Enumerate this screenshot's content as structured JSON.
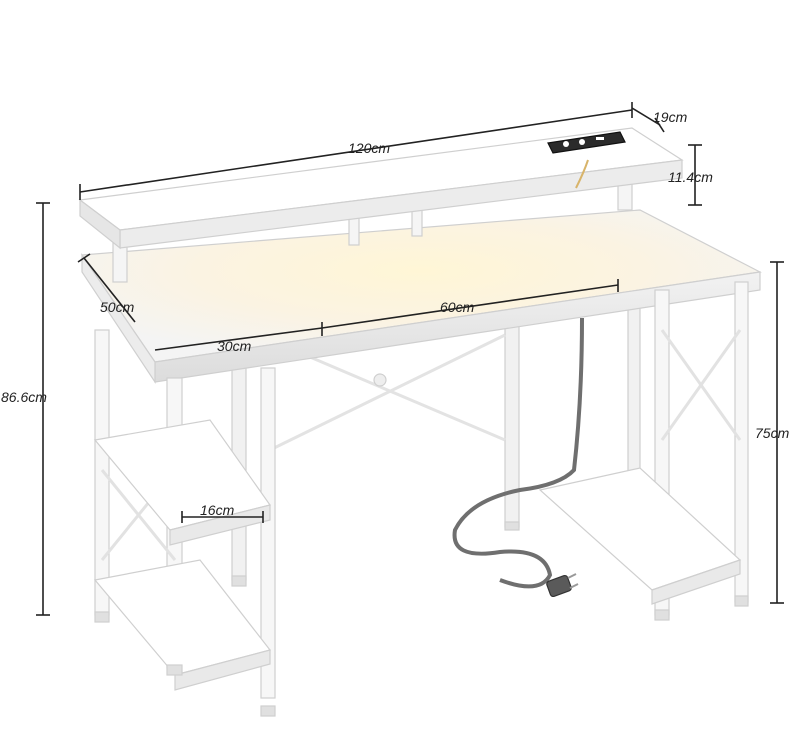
{
  "dimensions": {
    "total_width": "120cm",
    "shelf_depth": "19cm",
    "shelf_height": "11.4cm",
    "desk_depth": "50cm",
    "desktop_section": "60cm",
    "side_section": "30cm",
    "total_height": "86.6cm",
    "desk_height": "75cm",
    "shelf_width": "16cm"
  },
  "colors": {
    "furniture": "#ffffff",
    "outline": "#cfcfcf",
    "dimension_line": "#222222",
    "cord": "#6f6f6f",
    "led_glow": "#fff1c4"
  }
}
